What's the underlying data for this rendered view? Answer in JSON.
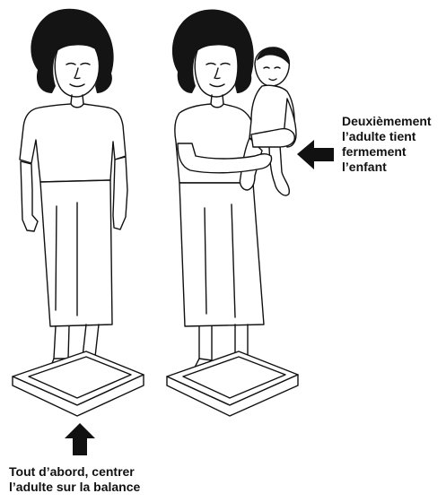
{
  "step2": {
    "lines": [
      "Deuxièmement",
      "l’adulte tient",
      "fermement",
      "l’enfant"
    ]
  },
  "step1": {
    "lines": [
      "Tout d’abord, centrer",
      "l’adulte sur la balance"
    ]
  },
  "colors": {
    "ink": "#111111",
    "hair": "#141414",
    "background": "#ffffff"
  },
  "icons": {
    "arrow_right_step2": "left-pointing-arrow",
    "arrow_step1": "up-pointing-arrow"
  }
}
